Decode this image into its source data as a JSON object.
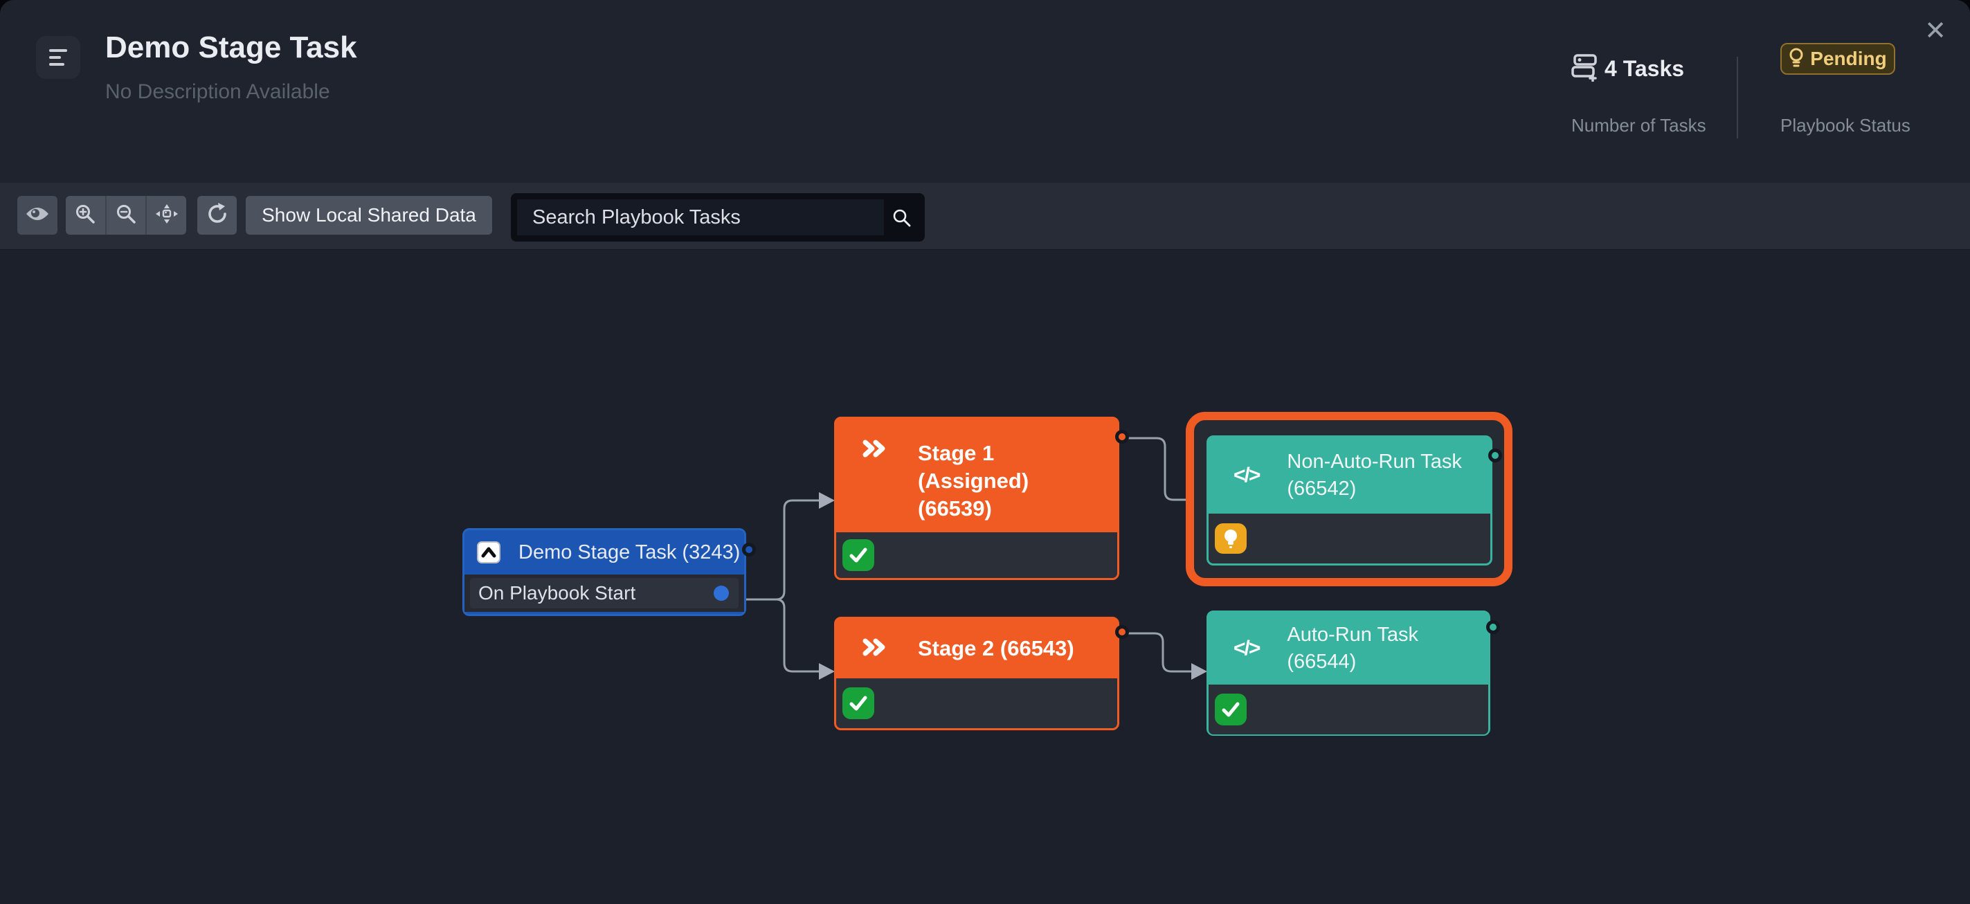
{
  "header": {
    "title": "Demo Stage Task",
    "subtitle": "No Description Available",
    "close_icon": "✕",
    "stats": {
      "tasks_value": "4 Tasks",
      "tasks_label": "Number of Tasks",
      "status_value": "Pending",
      "status_label": "Playbook Status"
    }
  },
  "toolbar": {
    "shared_data_label": "Show Local Shared Data",
    "search_placeholder": "Search Playbook Tasks"
  },
  "icons": {
    "code_glyph": "</>"
  },
  "colors": {
    "stage_orange": "#f05b23",
    "task_teal": "#37b3a0",
    "trigger_blue": "#1d55b2",
    "success_green": "#17a23a",
    "pending_amber": "#eda71e",
    "badge_pending_bg": "#3e3416",
    "badge_pending_text": "#f1ce7e"
  },
  "diagram": {
    "trigger": {
      "title": "Demo Stage Task (3243)",
      "event_label": "On Playbook Start"
    },
    "stage1": {
      "title": "Stage 1 (Assigned) (66539)",
      "status": "success"
    },
    "stage2": {
      "title": "Stage 2 (66543)",
      "status": "success"
    },
    "nonauto": {
      "title": "Non-Auto-Run Task (66542)",
      "status": "pending",
      "selected": true
    },
    "autorun": {
      "title": "Auto-Run Task (66544)",
      "status": "success"
    }
  }
}
